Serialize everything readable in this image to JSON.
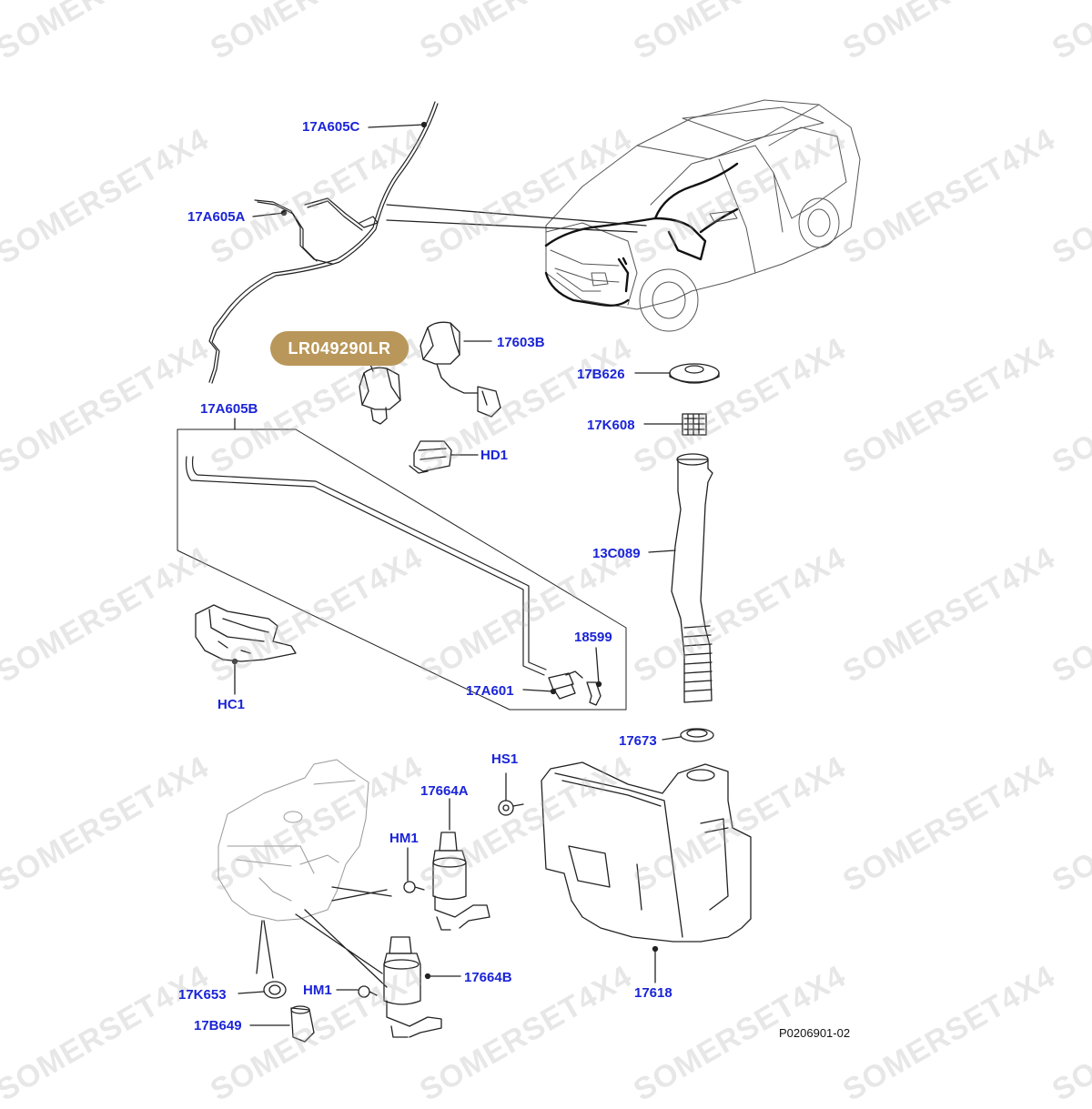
{
  "diagram": {
    "reference_code": "P0206901-02",
    "watermark_text": "SOMERSET4X4",
    "highlighted_part": "LR049290LR",
    "badge_color": "#b9975a",
    "callout_color": "#1a24d8",
    "callouts": {
      "c17A605C": "17A605C",
      "c17A605A": "17A605A",
      "c17A605B": "17A605B",
      "c17603B": "17603B",
      "c17B626": "17B626",
      "c17K608": "17K608",
      "cHD1": "HD1",
      "c13C089": "13C089",
      "c18599": "18599",
      "c17A601": "17A601",
      "cHC1": "HC1",
      "c17673": "17673",
      "cHS1": "HS1",
      "c17664A": "17664A",
      "cHM1a": "HM1",
      "cHM1b": "HM1",
      "c17664B": "17664B",
      "c17618": "17618",
      "c17K653": "17K653",
      "c17B649": "17B649"
    }
  }
}
